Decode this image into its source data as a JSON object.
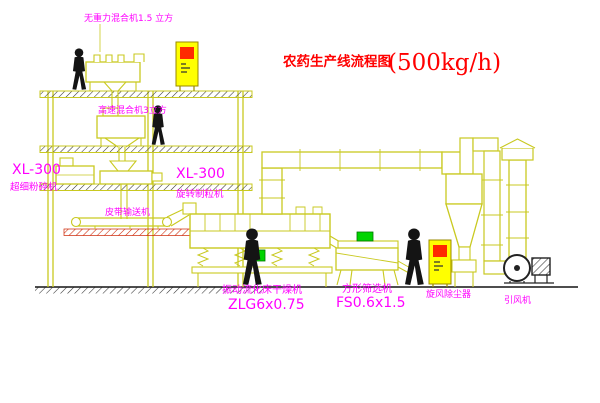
{
  "diagram": {
    "title": {
      "main": "农药生产线流程图",
      "capacity": "(500kg/h)"
    },
    "labels": {
      "top_mixer": "无重力混合机1.5 立方",
      "high_speed_mixer": "高速混合机3立方",
      "pulverizer_model": "XL-300",
      "pulverizer_name": "超细粉碎机",
      "granulator_model": "XL-300",
      "granulator_name": "旋转制粒机",
      "belt_conveyor": "皮带输送机",
      "dryer_name": "振动流化床干燥机",
      "dryer_model": "ZLG6x0.75",
      "sieve_name": "方形筛选机",
      "sieve_model": "FS0.6x1.5",
      "cyclone": "旋风除尘器",
      "fan": "引风机"
    },
    "colors": {
      "line_yellow": "#c9c920",
      "label_magenta": "#ff00ff",
      "title_red": "#ff0000",
      "cabinet_yellow": "#ffff00",
      "screen_red": "#ff2a00",
      "motor_green": "#00d400",
      "silhouette_black": "#141414",
      "ground_hatch_red": "#cc2200",
      "background": "#ffffff"
    }
  }
}
